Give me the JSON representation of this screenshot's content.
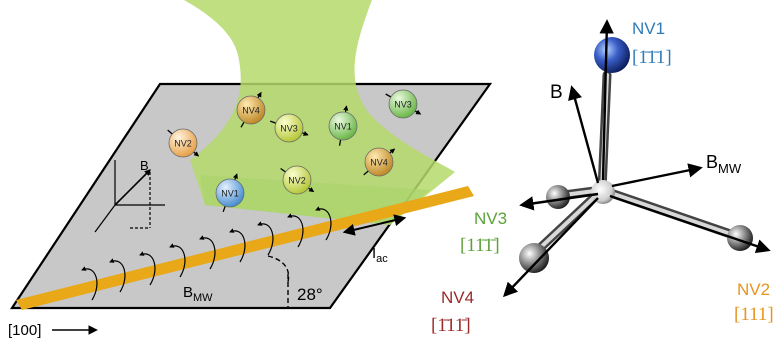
{
  "colors": {
    "plate": "#c8c8c8",
    "beam": "#b5d96a",
    "stripline": "#e8a817",
    "nv1": "#2f7ab8",
    "nv2": "#e6951e",
    "nv3": "#5aa33a",
    "nv4": "#9b2a2a"
  },
  "left_panel": {
    "nv_labels": [
      "NV4",
      "NV3",
      "NV1",
      "NV3",
      "NV2",
      "NV4",
      "NV2",
      "NV1"
    ],
    "b_label": "B",
    "iac_label": "I",
    "iac_sub": "ac",
    "bmw_label": "B",
    "bmw_sub": "MW",
    "angle_label": "28°",
    "axis_label": "[100]"
  },
  "right_panel": {
    "b_label": "B",
    "bmw_label": "B",
    "bmw_sub": "MW",
    "nv1": {
      "name": "NV1",
      "dir": "[1̄1̄1]"
    },
    "nv2": {
      "name": "NV2",
      "dir": "[111]"
    },
    "nv3": {
      "name": "NV3",
      "dir": "[11̄1̄]"
    },
    "nv4": {
      "name": "NV4",
      "dir": "[1̄11̄]"
    }
  }
}
